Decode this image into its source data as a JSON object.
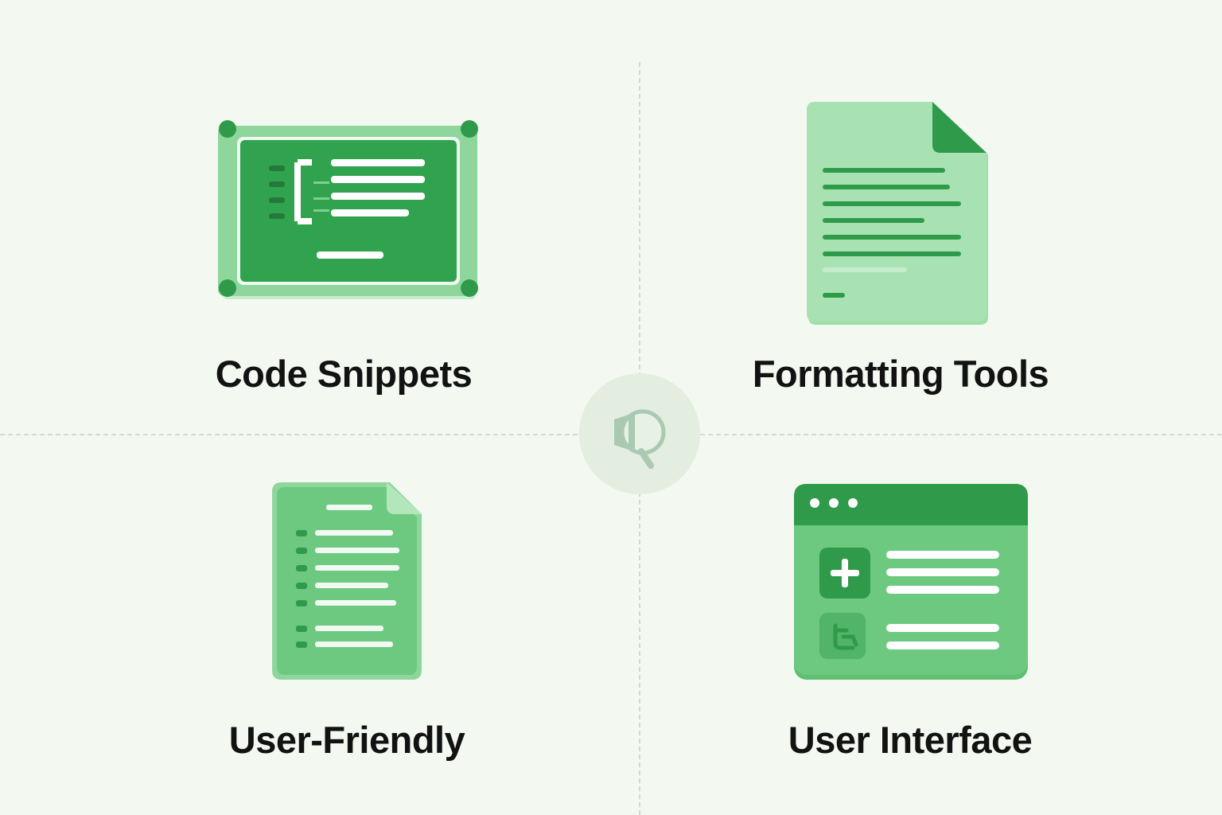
{
  "features": [
    {
      "id": "code-snippets",
      "label": "Code Snippets",
      "icon": "code-window-icon"
    },
    {
      "id": "formatting-tools",
      "label": "Formatting Tools",
      "icon": "document-icon"
    },
    {
      "id": "user-friendly",
      "label": "User-Friendly",
      "icon": "checklist-document-icon"
    },
    {
      "id": "user-interface",
      "label": "User Interface",
      "icon": "app-window-icon"
    }
  ],
  "center_icon": "search-icon",
  "colors": {
    "background": "#f3f8f1",
    "dark_green": "#2f9a4a",
    "mid_green": "#4fb866",
    "light_green": "#8fd69c",
    "pale_green": "#b3e6bb",
    "divider": "#d3dbd1",
    "text": "#121212"
  }
}
